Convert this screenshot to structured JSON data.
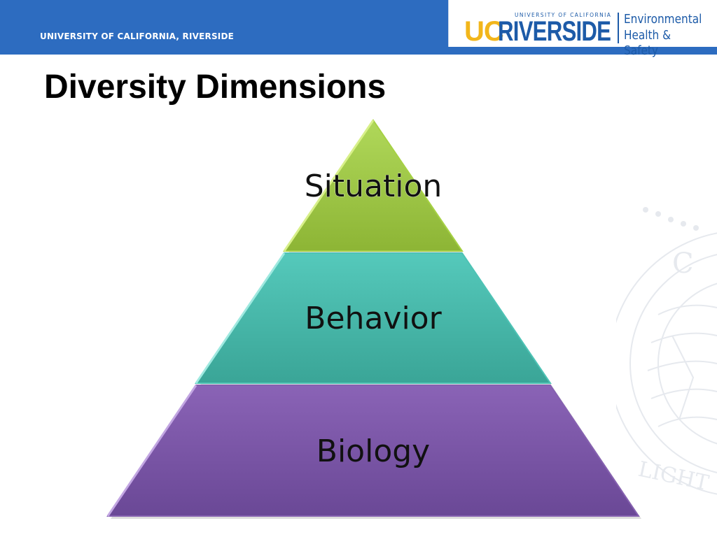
{
  "header": {
    "university_label": "UNIVERSITY OF CALIFORNIA, RIVERSIDE",
    "logo": {
      "uc": "UC",
      "riverside": "RIVERSIDE",
      "small_text": "UNIVERSITY OF CALIFORNIA",
      "dept_line1": "Environmental",
      "dept_line2": "Health & Safety"
    }
  },
  "title": "Diversity Dimensions",
  "pyramid": {
    "levels": [
      {
        "label": "Situation",
        "color": "#9cc43e"
      },
      {
        "label": "Behavior",
        "color": "#47bcae"
      },
      {
        "label": "Biology",
        "color": "#7a56a8"
      }
    ]
  },
  "colors": {
    "header": "#2d6cc0",
    "logo_gold": "#f2b61b",
    "logo_blue": "#1d5ba8"
  }
}
